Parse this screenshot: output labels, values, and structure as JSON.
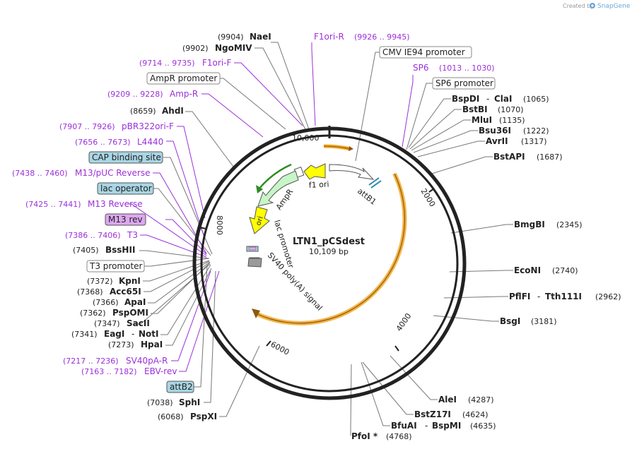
{
  "credit": {
    "created_by": "Created by",
    "app": "SnapGene",
    "icon": "snapgene-logo-icon"
  },
  "plasmid": {
    "name": "LTN1_pCSdest",
    "size_label": "10,109 bp",
    "length_bp": 10109
  },
  "ticks": [
    "10,000",
    "2000",
    "4000",
    "6000",
    "8000"
  ],
  "features": {
    "f1_ori": "f1 ori",
    "attB1": "attB1",
    "ampr": "AmpR",
    "ori": "ori",
    "lac_promoter": "lac promoter",
    "sv40_polya": "SV40 poly(A) signal"
  },
  "sites": {
    "naei": {
      "pos": "(9904)",
      "name": "NaeI"
    },
    "ngomiv": {
      "pos": "(9902)",
      "name": "NgoMIV"
    },
    "ahdi": {
      "pos": "(8659)",
      "name": "AhdI"
    },
    "bsshii": {
      "pos": "(7405)",
      "name": "BssHII"
    },
    "kpni": {
      "pos": "(7372)",
      "name": "KpnI"
    },
    "acc65i": {
      "pos": "(7368)",
      "name": "Acc65I"
    },
    "apai": {
      "pos": "(7366)",
      "name": "ApaI"
    },
    "pspomi": {
      "pos": "(7362)",
      "name": "PspOMI"
    },
    "sacii": {
      "pos": "(7347)",
      "name": "SacII"
    },
    "eagi": {
      "pos": "(7341)",
      "name": "EagI",
      "name2": "NotI",
      "sep": "-"
    },
    "hpai": {
      "pos": "(7273)",
      "name": "HpaI"
    },
    "sphi": {
      "pos": "(7038)",
      "name": "SphI"
    },
    "pspxi": {
      "pos": "(6068)",
      "name": "PspXI"
    },
    "bspdi": {
      "pos": "(1065)",
      "name": "BspDI",
      "name2": "ClaI",
      "sep": "-"
    },
    "bstbi": {
      "pos": "(1070)",
      "name": "BstBI"
    },
    "mlui": {
      "pos": "(1135)",
      "name": "MluI"
    },
    "bsu36i": {
      "pos": "(1222)",
      "name": "Bsu36I"
    },
    "avrii": {
      "pos": "(1317)",
      "name": "AvrII"
    },
    "bstapi": {
      "pos": "(1687)",
      "name": "BstAPI"
    },
    "bmgbi": {
      "pos": "(2345)",
      "name": "BmgBI"
    },
    "econi": {
      "pos": "(2740)",
      "name": "EcoNI"
    },
    "pflfi": {
      "pos": "(2962)",
      "name": "PflFI",
      "name2": "Tth111I",
      "sep": "-"
    },
    "bsgi": {
      "pos": "(3181)",
      "name": "BsgI"
    },
    "alei": {
      "pos": "(4287)",
      "name": "AleI"
    },
    "bstz17i": {
      "pos": "(4624)",
      "name": "BstZ17I"
    },
    "bfuai": {
      "pos": "(4635)",
      "name": "BfuAI",
      "name2": "BspMI",
      "sep": "-"
    },
    "pfoi": {
      "pos": "(4768)",
      "name": "PfoI *"
    }
  },
  "primers": {
    "f1ori_r": {
      "name": "F1ori-R",
      "range": "(9926 .. 9945)"
    },
    "f1ori_f": {
      "name": "F1ori-F",
      "range": "(9714 .. 9735)"
    },
    "ampr": {
      "name": "Amp-R",
      "range": "(9209 .. 9228)"
    },
    "pbr322": {
      "name": "pBR322ori-F",
      "range": "(7907 .. 7926)"
    },
    "l4440": {
      "name": "L4440",
      "range": "(7656 .. 7673)"
    },
    "m13puc": {
      "name": "M13/pUC Reverse",
      "range": "(7438 .. 7460)"
    },
    "m13rev": {
      "name": "M13 Reverse",
      "range": "(7425 .. 7441)"
    },
    "t3": {
      "name": "T3",
      "range": "(7386 .. 7406)"
    },
    "sv40pa": {
      "name": "SV40pA-R",
      "range": "(7217 .. 7236)"
    },
    "ebv": {
      "name": "EBV-rev",
      "range": "(7163 .. 7182)"
    },
    "sp6": {
      "name": "SP6",
      "range": "(1013 .. 1030)"
    }
  },
  "boxes": {
    "cmv": "CMV IE94 promoter",
    "sp6_promoter": "SP6 promoter",
    "ampr_promoter": "AmpR promoter",
    "cap": "CAP binding site",
    "lac_operator": "lac operator",
    "m13rev_box": "M13 rev",
    "t3_promoter": "T3 promoter",
    "attb2": "attB2"
  },
  "colors": {
    "backbone": "#222222",
    "primer": "#9b30d9",
    "leader": "#777777",
    "cyan_box": "#a9d6e5",
    "purple_box": "#dda8f0",
    "orange_feature": "#f5a623",
    "yellow_feature": "#ffff00",
    "green_feature": "#c7f5c7",
    "green_arrow": "#2e8b22"
  }
}
